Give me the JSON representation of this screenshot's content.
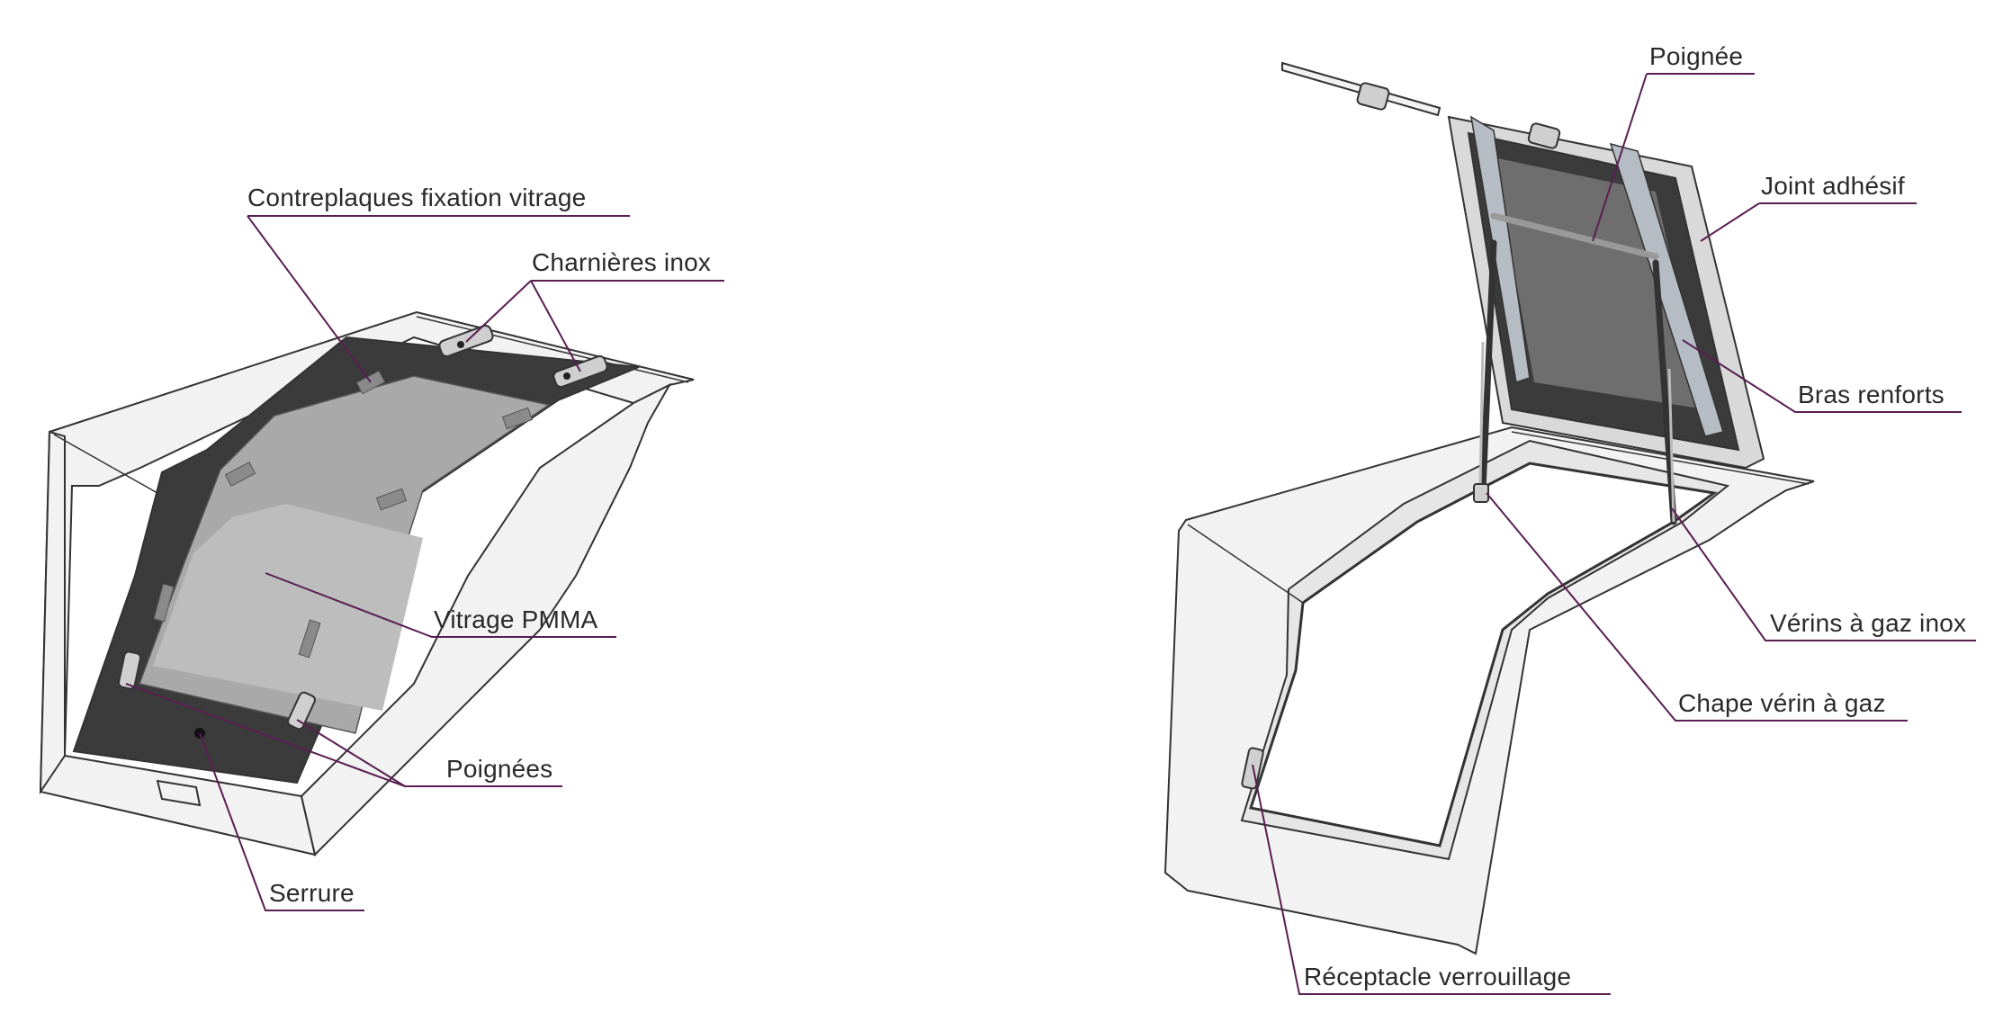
{
  "colors": {
    "leader": "#5a1e52",
    "label_text": "#2a2a2a",
    "outline": "#333333",
    "frame_fill": "#f2f2f2",
    "panel_fill": "#3b3b3b",
    "glass_fill": "#a9a9a9",
    "background": "#ffffff"
  },
  "left_drawing": {
    "state": "closed",
    "labels": {
      "contreplaques": "Contreplaques fixation vitrage",
      "charnieres": "Charnières inox",
      "vitrage": "Vitrage PMMA",
      "poignees": "Poignées",
      "serrure": "Serrure"
    }
  },
  "right_drawing": {
    "state": "open",
    "labels": {
      "poignee": "Poignée",
      "joint": "Joint adhésif",
      "bras": "Bras renforts",
      "verins": "Vérins à gaz inox",
      "chape": "Chape vérin à gaz",
      "receptacle": "Réceptacle verrouillage"
    }
  }
}
